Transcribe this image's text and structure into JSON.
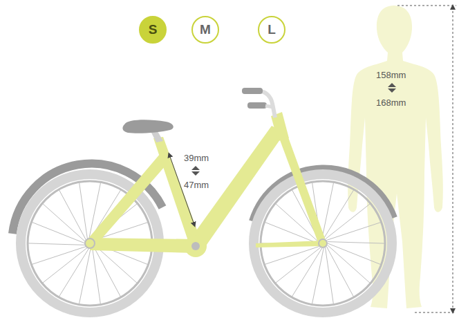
{
  "diagram": {
    "nodes": [
      {
        "text": [
          "S"
        ]
      },
      {
        "text": [
          "M"
        ]
      },
      {
        "text": [
          "L"
        ]
      }
    ],
    "labels": [
      "39mm",
      "47mm",
      "158mm",
      "168mm"
    ]
  }
}
